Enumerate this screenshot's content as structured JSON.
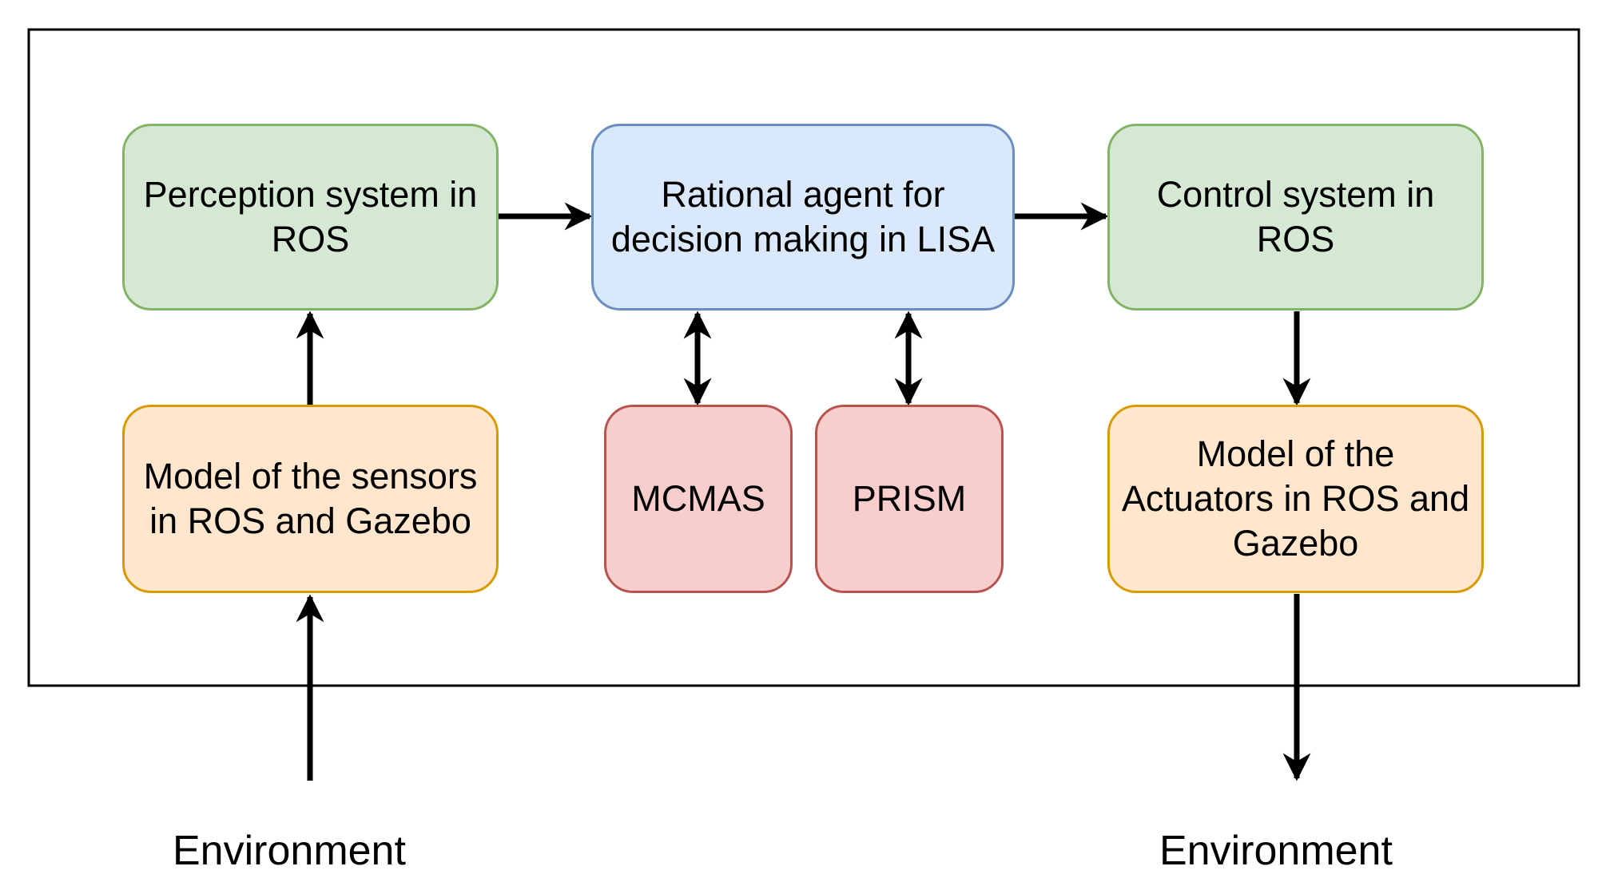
{
  "colors": {
    "green_fill": "#d5e8d4",
    "green_stroke": "#82b366",
    "blue_fill": "#dae8fc",
    "blue_stroke": "#6c8ebf",
    "red_fill": "#f8cecc",
    "red_stroke": "#b85450",
    "orange_fill": "#ffe6cc",
    "orange_stroke": "#d79b00",
    "arrow": "#000000",
    "frame": "#000000"
  },
  "nodes": {
    "perception": {
      "label": "Perception system in ROS"
    },
    "rational_agent": {
      "label": "Rational agent for decision making in LISA"
    },
    "control": {
      "label": "Control system in ROS"
    },
    "sensors_model": {
      "label": "Model of the sensors in ROS and Gazebo"
    },
    "mcmas": {
      "label": "MCMAS"
    },
    "prism": {
      "label": "PRISM"
    },
    "actuators_model": {
      "label": "Model of the Actuators in ROS and Gazebo"
    }
  },
  "environment_left": {
    "label": "Environment"
  },
  "environment_right": {
    "label": "Environment"
  }
}
